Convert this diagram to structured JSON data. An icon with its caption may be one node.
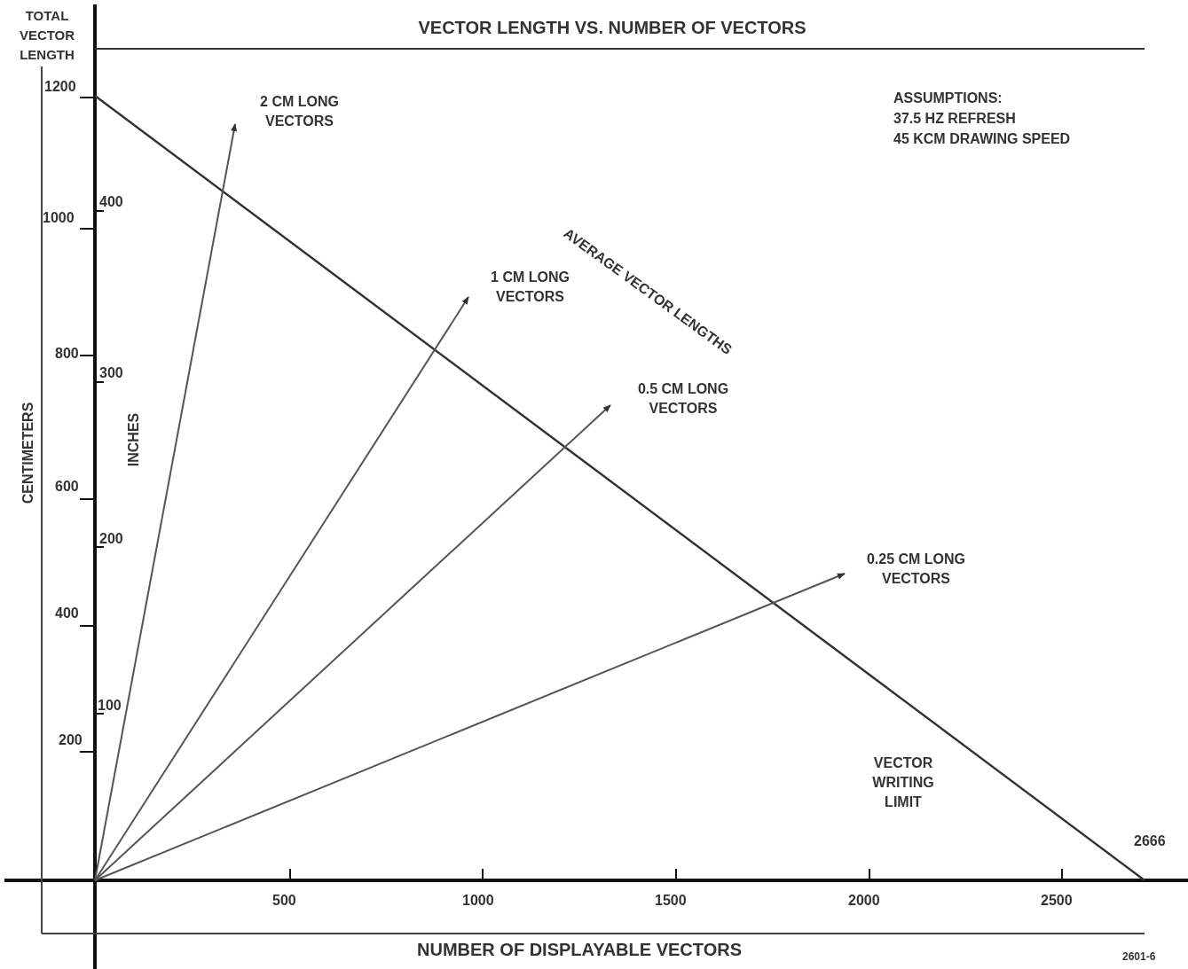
{
  "diagram": {
    "title": "VECTOR LENGTH VS. NUMBER OF VECTORS",
    "nodes": [
      {
        "text": [
          "2 CM LONG VECTORS"
        ]
      },
      {
        "text": [
          "1 CM LONG VECTORS"
        ]
      },
      {
        "text": [
          "0.5 CM LONG VECTORS"
        ]
      },
      {
        "text": [
          "0.25 CM LONG VECTORS"
        ]
      }
    ],
    "edges": [
      {
        "from": null,
        "to": 0,
        "arrow": "to"
      },
      {
        "from": null,
        "to": 1,
        "arrow": "to"
      },
      {
        "from": null,
        "to": 2,
        "arrow": "to"
      },
      {
        "from": null,
        "to": 3,
        "arrow": "to"
      }
    ],
    "labels": [
      "TOTAL VECTOR LENGTH",
      "1200",
      "ASSUMPTIONS:",
      "37.5 HZ REFRESH",
      "45 KCM DRAWING SPEED",
      "400",
      "1000",
      "AVERAGE VECTOR LENGTHS",
      "800",
      "300",
      "CENTIMETERS",
      "INCHES",
      "600",
      "200",
      "400",
      "100",
      "200",
      "VECTOR WRITING LIMIT",
      "2666",
      "500",
      "1000",
      "1500",
      "2000",
      "2500",
      "NUMBER OF DISPLAYABLE VECTORS",
      "2601-6"
    ]
  }
}
